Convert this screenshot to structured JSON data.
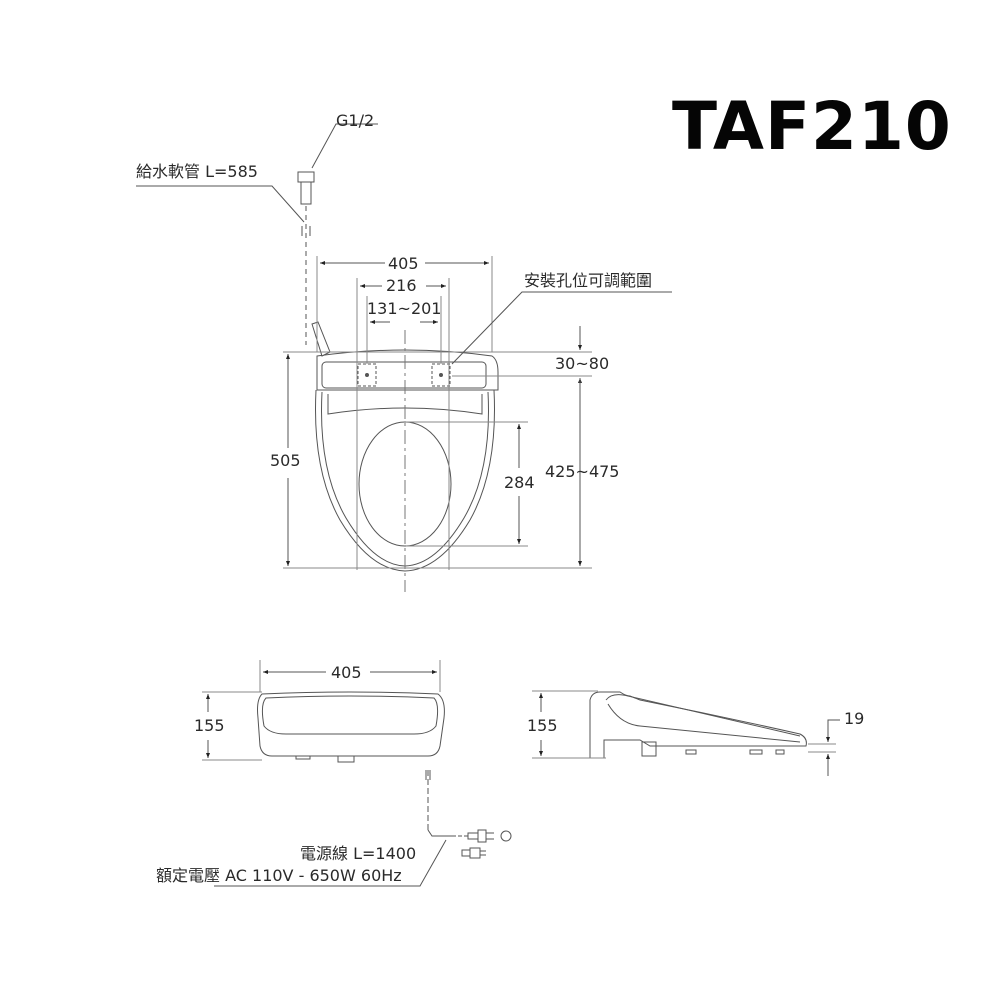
{
  "title": {
    "model": "TAF210"
  },
  "top_view": {
    "supply_hose_label": "給水軟管 L=585",
    "fitting_label": "G1/2",
    "width_overall": "405",
    "hole_spacing": "216",
    "hole_range": "131~201",
    "mount_hole_note": "安裝孔位可調範圍",
    "hole_offset": "30~80",
    "overall_length": "505",
    "opening_length": "284",
    "mount_to_front": "425~475"
  },
  "front_view": {
    "width": "405",
    "height": "155"
  },
  "side_view": {
    "height": "155",
    "seat_thickness": "19"
  },
  "power": {
    "cord_label": "電源線 L=1400",
    "rating_label": "額定電壓 AC 110V - 650W 60Hz"
  },
  "colors": {
    "line": "#555555",
    "text": "#2a2a2a",
    "title": "#050505",
    "background": "#ffffff"
  }
}
